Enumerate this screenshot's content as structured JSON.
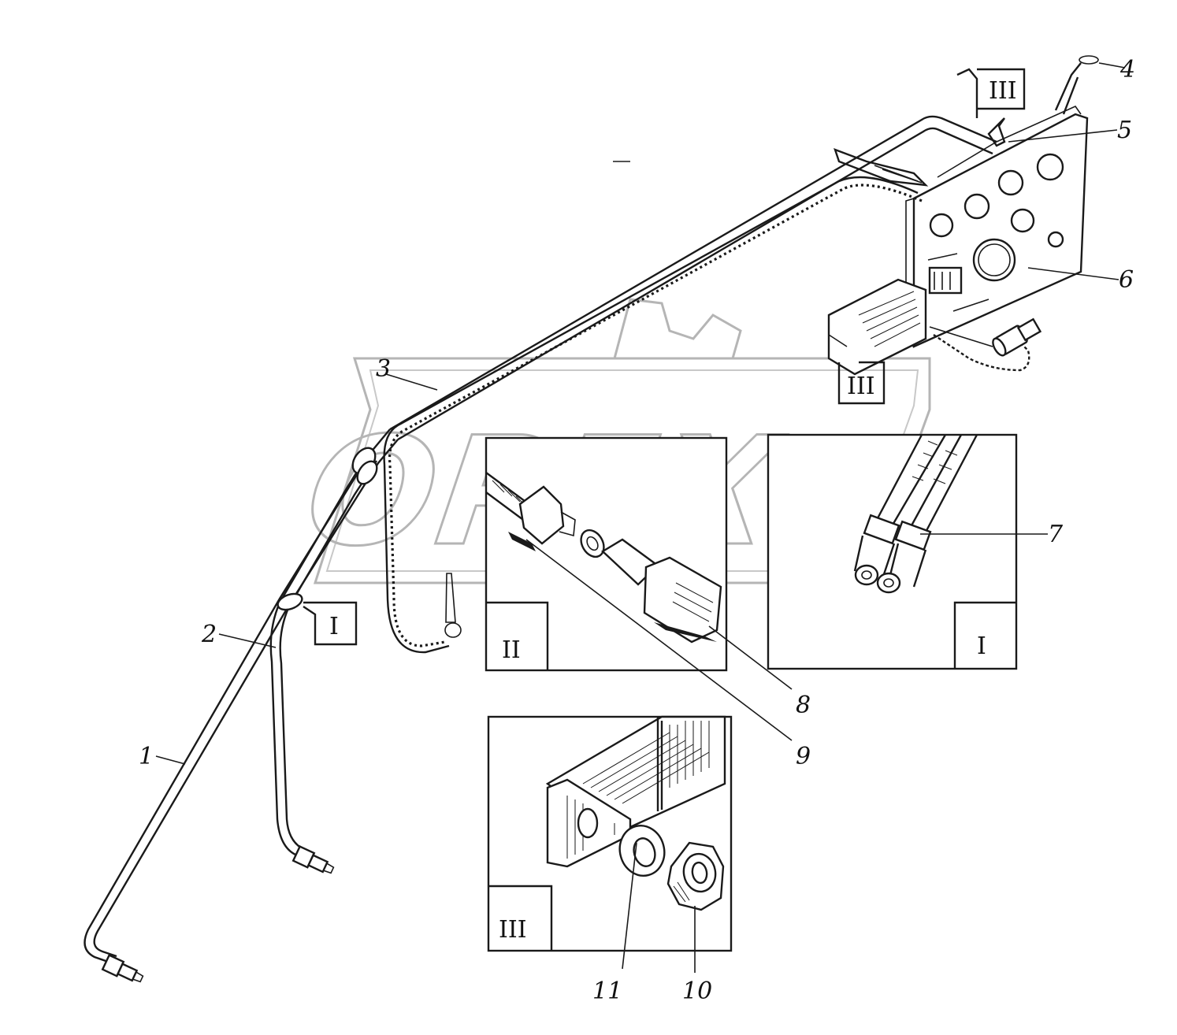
{
  "watermark": {
    "text": "OPEX",
    "color": "#b5b5b5"
  },
  "callouts": [
    "1",
    "2",
    "3",
    "4",
    "5",
    "6",
    "7",
    "8",
    "9",
    "10",
    "11"
  ],
  "detail_tags": {
    "tag_I_a": "I",
    "tag_III_a": "III",
    "tag_III_b": "III",
    "tag_II": "II",
    "tag_I_b": "I",
    "tag_III_c": "III"
  },
  "detail_views": [
    "II",
    "I",
    "III"
  ],
  "colors": {
    "line": "#1a1a1a",
    "background": "#ffffff"
  }
}
